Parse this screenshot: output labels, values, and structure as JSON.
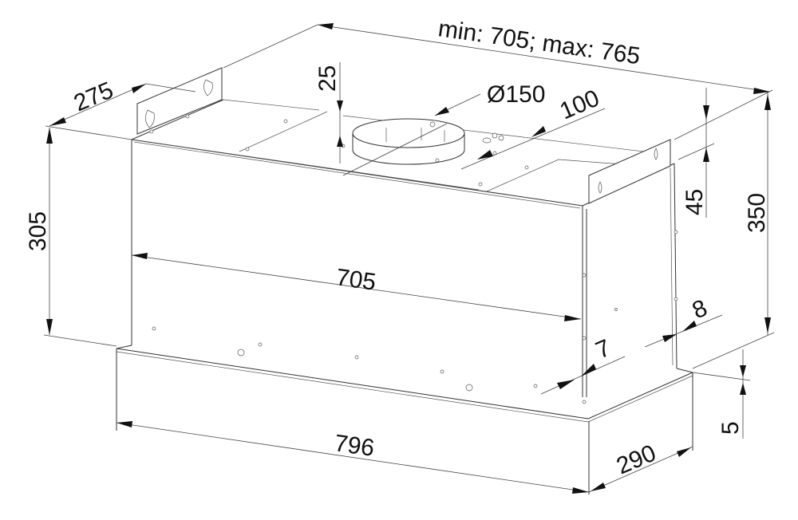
{
  "drawing": {
    "title": "Built-in cooker hood dimension drawing",
    "units": "mm",
    "labels": {
      "top_length": "min: 705; max: 765",
      "top_depth": "275",
      "duct_diameter": "Ø150",
      "duct_offset": "100",
      "top_step": "25",
      "bracket_height": "45",
      "overall_height": "350",
      "body_height": "305",
      "body_width": "705",
      "panel_width": "796",
      "panel_depth": "290",
      "side_gap_right": "8",
      "side_gap_left": "7",
      "panel_thickness": "5"
    }
  }
}
